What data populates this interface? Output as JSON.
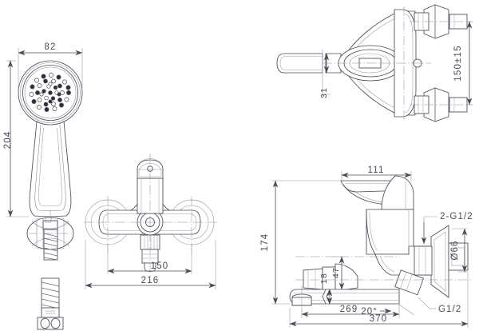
{
  "drawing": {
    "title": "Bath shower mixer tap technical dimension drawing",
    "units": "mm",
    "line_color": "#4a4a55",
    "thin_line_color": "#9a9aa6",
    "center_line_color": "#8a8a98",
    "background": "#ffffff"
  },
  "views": {
    "hand_shower": {
      "name": "hand-shower-front-view",
      "dimensions": {
        "width": "82",
        "height": "204"
      },
      "parts": [
        "shower-head-face",
        "spray-nozzles",
        "handle",
        "hose-connector",
        "flexible-hose",
        "hose-end-fitting"
      ]
    },
    "mixer_front": {
      "name": "mixer-body-front-view",
      "dimensions": {
        "inlet_centers": "150",
        "overall_width": "216"
      },
      "parts": [
        "lever-handle",
        "valve-body",
        "left-escutcheon",
        "right-escutcheon",
        "shower-outlet",
        "cartridge-cap"
      ]
    },
    "mixer_top": {
      "name": "mixer-top-view",
      "dimensions": {
        "wall_projection": "150±15",
        "lever_width": "31"
      },
      "parts": [
        "lever-handle",
        "valve-body",
        "left-wall-flange",
        "right-wall-flange",
        "inlet-nipples"
      ]
    },
    "mixer_side": {
      "name": "mixer-side-view",
      "dimensions": {
        "lever_length": "111",
        "total_height": "174",
        "spout_height": "18",
        "spout_offset": "47",
        "spout_reach": "269",
        "overall_reach": "370",
        "inlet_thread": "2-G1/2",
        "flange_diameter": "Ø66",
        "shower_thread": "G1/2",
        "outlet_angle": "20°"
      },
      "parts": [
        "lever-handle",
        "valve-body",
        "wall-flange",
        "inlet-nipple",
        "shower-outlet-elbow",
        "swivel-spout",
        "aerator"
      ]
    }
  },
  "labels": {
    "d82": "82",
    "d204": "204",
    "d150": "150",
    "d216": "216",
    "d150pm15": "150±15",
    "d31": "31",
    "d111": "111",
    "d174": "174",
    "d18": "18",
    "d47": "47",
    "d269": "269",
    "d370": "370",
    "t2g12": "2-G1/2",
    "d66": "Ø66",
    "tg12": "G1/2",
    "a20": "20°"
  }
}
